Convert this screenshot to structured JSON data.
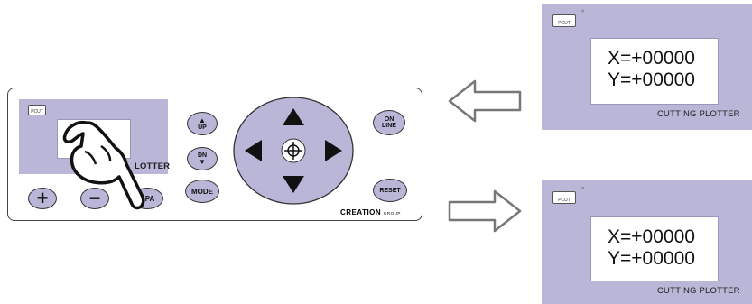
{
  "panel": {
    "plotter_label_fragment": "LOTTER",
    "buttons": {
      "plus": "+",
      "minus": "−",
      "pause_fragment": "PA",
      "up": "UP",
      "dn": "DN",
      "mode": "MODE",
      "on_line": [
        "ON",
        "LINE"
      ],
      "reset": "RESET"
    },
    "brand": "CREATION",
    "brand_suffix": "GROUP"
  },
  "displays": [
    {
      "x_line": "X=+00000",
      "y_line": "Y=+00000",
      "label": "CUTTING PLOTTER"
    },
    {
      "x_line": "X=+00000",
      "y_line": "Y=+00000",
      "label": "CUTTING PLOTTER"
    }
  ],
  "logo_text": "PCUT",
  "colors": {
    "panel_purple": "#b9b6d8",
    "outline": "#333333"
  },
  "icons": [
    "hand-pointer-icon",
    "arrow-left-icon",
    "arrow-right-icon",
    "crosshair-icon"
  ]
}
